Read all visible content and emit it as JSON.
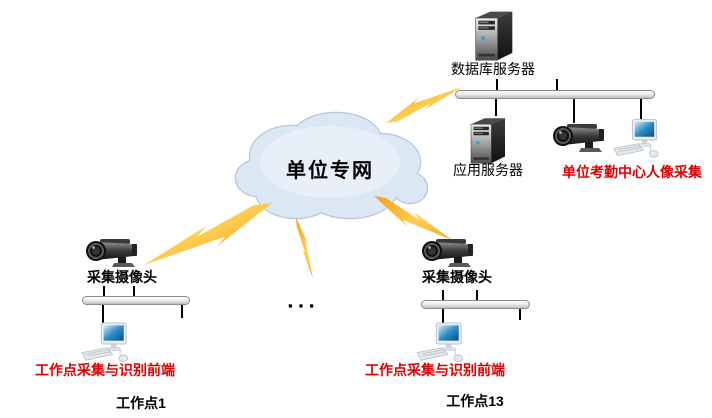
{
  "cloud": {
    "label": "单位专网"
  },
  "server_area": {
    "db_server_label": "数据库服务器",
    "app_server_label": "应用服务器",
    "attendance_label": "单位考勤中心人像采集"
  },
  "more_indicator": "▪▪▪",
  "workpoints": [
    {
      "camera_label": "采集摄像头",
      "frontend_label": "工作点采集与识别前端",
      "name": "工作点1"
    },
    {
      "camera_label": "采集摄像头",
      "frontend_label": "工作点采集与识别前端",
      "name": "工作点13"
    }
  ],
  "colors": {
    "label_red": "#e00000",
    "bolt_orange": "#f2a118",
    "bolt_yellow": "#ffce54",
    "cloud_fill": "#dce7f4",
    "cloud_stroke": "#b3c7e3",
    "bus_border": "#8c8c8c"
  }
}
